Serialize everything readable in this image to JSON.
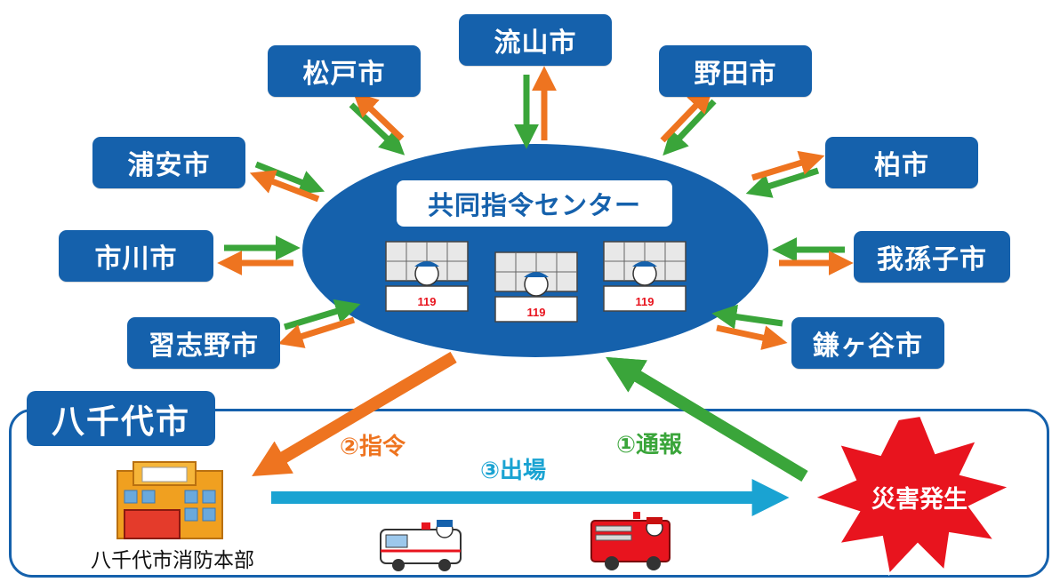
{
  "center": {
    "label": "共同指令センター",
    "dispatch_number": "119"
  },
  "cities": {
    "nagareyama": "流山市",
    "matsudo": "松戸市",
    "noda": "野田市",
    "urayasu": "浦安市",
    "kashiwa": "柏市",
    "ichikawa": "市川市",
    "abiko": "我孫子市",
    "narashino": "習志野市",
    "kamagaya": "鎌ヶ谷市"
  },
  "yachiyo": {
    "title": "八千代市",
    "hq_label": "八千代市消防本部",
    "steps": {
      "report": "①通報",
      "command": "②指令",
      "dispatch": "③出場"
    },
    "disaster": "災害発生"
  },
  "colors": {
    "navy": "#1561ac",
    "orange": "#ee7420",
    "green": "#3aa53a",
    "cyan": "#1aa3d2",
    "red": "#e8141e"
  }
}
